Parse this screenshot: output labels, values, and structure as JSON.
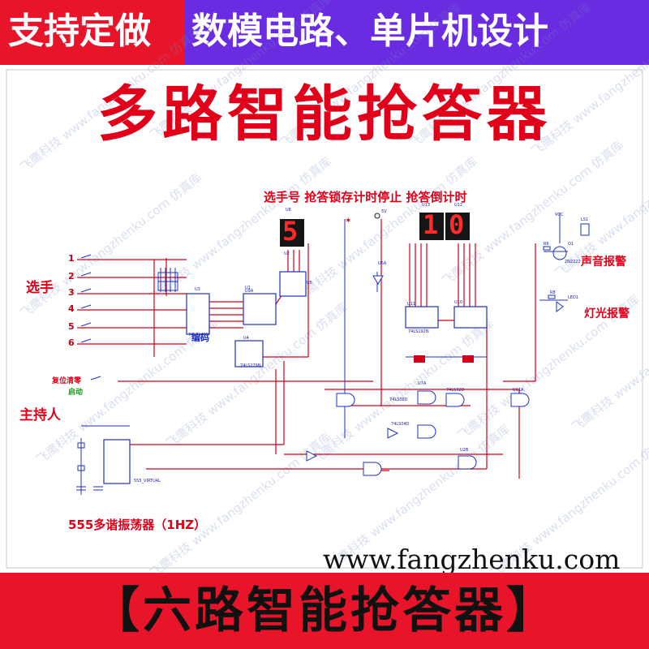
{
  "banner": {
    "left_text": "支持定做",
    "right_text": "数模电路、单片机设计",
    "left_color": "#e8142a",
    "right_color": "#6a2ce0"
  },
  "title": "多路智能抢答器",
  "labels": {
    "section_top": "选手号 抢答锁存计时停止 抢答倒计时",
    "players": "选手",
    "host": "主持人",
    "reset": "复位清零",
    "start": "启动",
    "encoder": "编码",
    "sound_alarm": "声音报警",
    "light_alarm": "灯光报警",
    "oscillator": "555多谐振荡器（1HZ）"
  },
  "player_numbers": [
    "1",
    "2",
    "3",
    "4",
    "5",
    "6"
  ],
  "displays": {
    "player_digit": "5",
    "countdown_digits": [
      "1",
      "0"
    ]
  },
  "component_labels": [
    "U8",
    "U13",
    "U12",
    "U1",
    "U2",
    "U3",
    "U4",
    "U5",
    "U6A",
    "U7A",
    "U9A",
    "U10",
    "U11",
    "U11A",
    "U2B",
    "Q1",
    "LS1",
    "LED1",
    "R6",
    "R8",
    "VCC",
    "5V",
    "74LS00D",
    "74LS04D",
    "74LS32D",
    "74LS148D",
    "74LS192N",
    "74LS279N",
    "2N2222",
    "555_VIRTUAL"
  ],
  "watermark": {
    "cn": "飞鹰科技",
    "url": "www.fangzhenku.com",
    "cn2": "仿真库"
  },
  "website": "www.fangzhenku.com",
  "bottom_banner": "【六路智能抢答器】",
  "colors": {
    "accent": "#e0001a",
    "wire_blue": "#2030c0",
    "wire_red": "#d0001a"
  }
}
